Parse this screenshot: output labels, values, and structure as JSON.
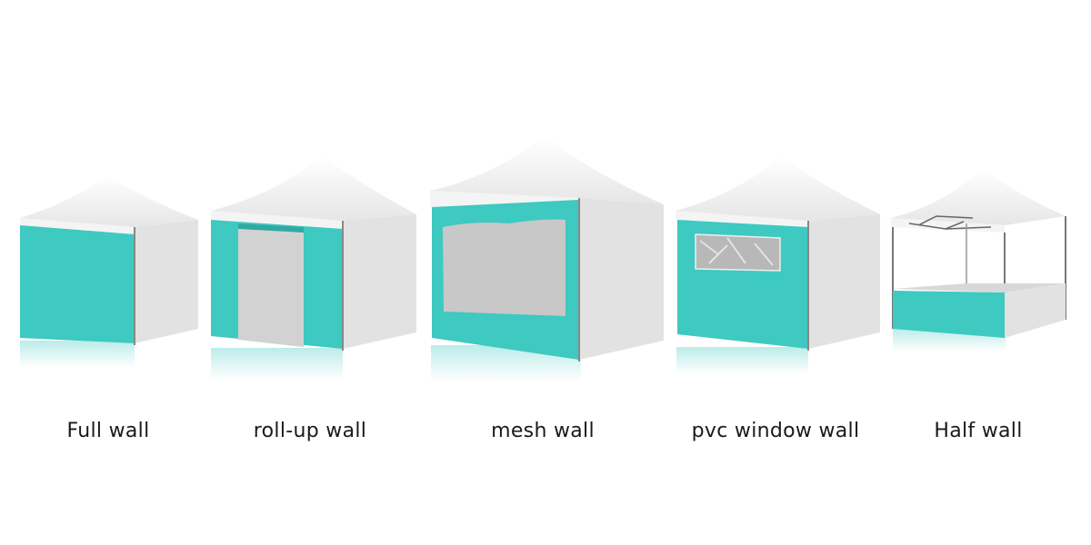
{
  "colors": {
    "teal": "#3ec9c1",
    "canopy": "#f2f2f2",
    "side": "#dcdcdc",
    "mesh": "#c9c9c9"
  },
  "products": [
    {
      "label": "Full wall"
    },
    {
      "label": "roll-up wall"
    },
    {
      "label": "mesh wall"
    },
    {
      "label": "pvc window wall"
    },
    {
      "label": "Half wall"
    }
  ]
}
